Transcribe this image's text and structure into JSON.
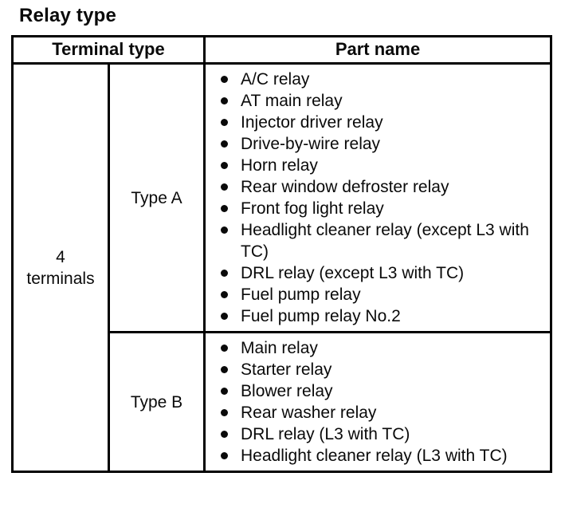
{
  "title": "Relay type",
  "table": {
    "headers": {
      "terminal_type": "Terminal type",
      "part_name": "Part name"
    },
    "rows": [
      {
        "terminal": "4 terminals",
        "type": "Type A",
        "parts": [
          "A/C relay",
          "AT main relay",
          "Injector driver relay",
          "Drive-by-wire relay",
          "Horn relay",
          "Rear window defroster relay",
          "Front fog light relay",
          "Headlight cleaner relay (except L3 with TC)",
          "DRL relay (except L3 with TC)",
          "Fuel pump relay",
          "Fuel pump relay No.2"
        ]
      },
      {
        "type": "Type B",
        "parts": [
          "Main relay",
          "Starter relay",
          "Blower relay",
          "Rear washer relay",
          "DRL relay (L3 with TC)",
          "Headlight cleaner relay (L3 with TC)"
        ]
      }
    ]
  },
  "colors": {
    "border": "#000000",
    "text": "#0a0a0a",
    "background": "#ffffff"
  }
}
